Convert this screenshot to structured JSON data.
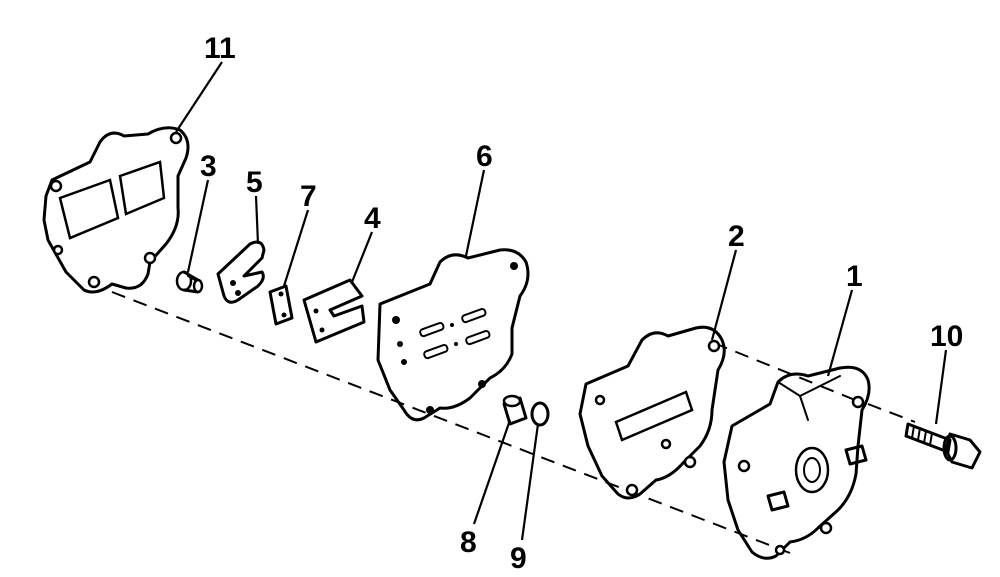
{
  "callouts": {
    "part_11": "11",
    "part_3": "3",
    "part_5": "5",
    "part_7": "7",
    "part_4": "4",
    "part_6": "6",
    "part_2": "2",
    "part_1": "1",
    "part_10": "10",
    "part_8": "8",
    "part_9": "9"
  }
}
